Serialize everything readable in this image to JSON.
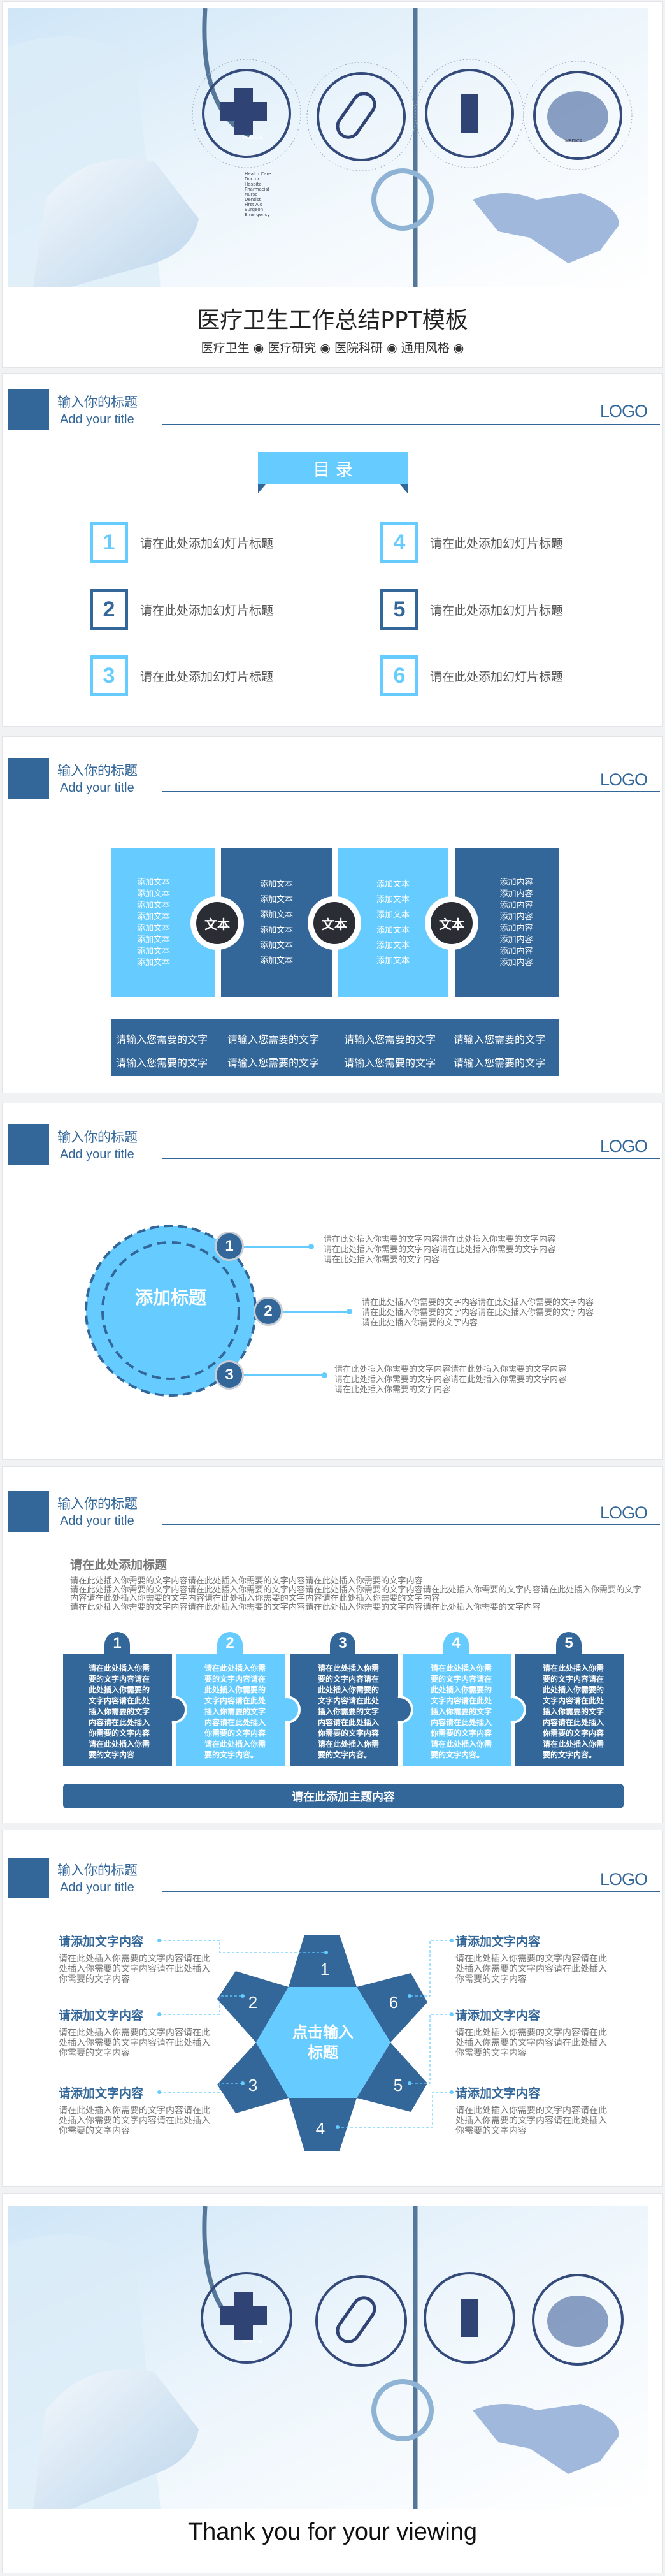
{
  "colors": {
    "dark_blue": "#336699",
    "light_blue": "#66ccff",
    "circle_dark": "#2a2d33",
    "text_gray": "#777777"
  },
  "cover": {
    "title": "医疗卫生工作总结PPT模板",
    "tags": [
      "医疗卫生",
      "医疗研究",
      "医院科研",
      "通用风格"
    ],
    "image_labels": {
      "medical": "MEDICAL",
      "list": [
        "Health Care",
        "Doctor",
        "Hospital",
        "Pharmacist",
        "Nurse",
        "Dentist",
        "First Aid",
        "Surgeon",
        "Emergency"
      ]
    }
  },
  "header": {
    "cn": "输入你的标题",
    "en": "Add your title",
    "logo": "LOGO"
  },
  "toc": {
    "title": "目 录",
    "items": [
      {
        "num": "1",
        "label": "请在此处添加幻灯片标题"
      },
      {
        "num": "2",
        "label": "请在此处添加幻灯片标题"
      },
      {
        "num": "3",
        "label": "请在此处添加幻灯片标题"
      },
      {
        "num": "4",
        "label": "请在此处添加幻灯片标题"
      },
      {
        "num": "5",
        "label": "请在此处添加幻灯片标题"
      },
      {
        "num": "6",
        "label": "请在此处添加幻灯片标题"
      }
    ]
  },
  "columns": {
    "cols": [
      [
        "添加文本",
        "添加文本",
        "添加文本",
        "添加文本",
        "添加文本",
        "添加文本",
        "添加文本",
        "添加文本"
      ],
      [
        "添加文本",
        "添加文本",
        "添加文本",
        "添加文本",
        "添加文本",
        "添加文本"
      ],
      [
        "添加文本",
        "添加文本",
        "添加文本",
        "添加文本",
        "添加文本",
        "添加文本"
      ],
      [
        "添加内容",
        "添加内容",
        "添加内容",
        "添加内容",
        "添加内容",
        "添加内容",
        "添加内容",
        "添加内容"
      ]
    ],
    "circle_label": "文本",
    "band": [
      "请输入您需要的文字",
      "请输入您需要的文字",
      "请输入您需要的文字",
      "请输入您需要的文字",
      "请输入您需要的文字",
      "请输入您需要的文字",
      "请输入您需要的文字",
      "请输入您需要的文字"
    ]
  },
  "circle_slide": {
    "center": "添加标题",
    "items": [
      {
        "num": "1",
        "lines": [
          "请在此处插入你需要的文字内容请在此处插入你需要的文字内容",
          "请在此处插入你需要的文字内容请在此处插入你需要的文字内容",
          "请在此处插入你需要的文字内容"
        ]
      },
      {
        "num": "2",
        "lines": [
          "请在此处插入你需要的文字内容请在此处插入你需要的文字内容",
          "请在此处插入你需要的文字内容请在此处插入你需要的文字内容",
          "请在此处插入你需要的文字内容"
        ]
      },
      {
        "num": "3",
        "lines": [
          "请在此处插入你需要的文字内容请在此处插入你需要的文字内容",
          "请在此处插入你需要的文字内容请在此处插入你需要的文字内容",
          "请在此处插入你需要的文字内容"
        ]
      }
    ]
  },
  "puzzle": {
    "subtitle": "请在此处添加标题",
    "lines": [
      "请在此处插入你需要的文字内容请在此处插入你需要的文字内容请在此处插入你需要的文字内容",
      "请在此处插入你需要的文字内容请在此处插入你需要的文字内容请在此处插入你需要的文字内容请在此处插入你需要的文字内容请在此处插入你需要的文字",
      "内容请在此处插入你需要的文字内容请在此处插入你需要的文字内容请在此处插入你需要的文字内容",
      "请在此处插入你需要的文字内容请在此处插入你需要的文字内容请在此处插入你需要的文字内容请在此处插入你需要的文字内容"
    ],
    "boxes": [
      {
        "num": "1",
        "text": "请在此处插入你需要的文字内容请在此处插入你需要的文字内容请在此处插入你需要的文字内容请在此处插入你需要的文字内容请在此处插入你需要的文字内容"
      },
      {
        "num": "2",
        "text": "请在此处插入你需要的文字内容请在此处插入你需要的文字内容请在此处插入你需要的文字内容请在此处插入你需要的文字内容请在此处插入你需要的文字内容。"
      },
      {
        "num": "3",
        "text": "请在此处插入你需要的文字内容请在此处插入你需要的文字内容请在此处插入你需要的文字内容请在此处插入你需要的文字内容请在此处插入你需要的文字内容。"
      },
      {
        "num": "4",
        "text": "请在此处插入你需要的文字内容请在此处插入你需要的文字内容请在此处插入你需要的文字内容请在此处插入你需要的文字内容请在此处插入你需要的文字内容。"
      },
      {
        "num": "5",
        "text": "请在此处插入你需要的文字内容请在此处插入你需要的文字内容请在此处插入你需要的文字内容请在此处插入你需要的文字内容请在此处插入你需要的文字内容。"
      }
    ],
    "bar": "请在此添加主题内容"
  },
  "star": {
    "center": "点击输入标题",
    "nums": [
      "1",
      "2",
      "3",
      "4",
      "5",
      "6"
    ],
    "blocks": [
      {
        "heading": "请添加文字内容",
        "text": "请在此处插入你需要的文字内容请在此处插入你需要的文字内容请在此处插入你需要的文字内容"
      },
      {
        "heading": "请添加文字内容",
        "text": "请在此处插入你需要的文字内容请在此处插入你需要的文字内容请在此处插入你需要的文字内容"
      },
      {
        "heading": "请添加文字内容",
        "text": "请在此处插入你需要的文字内容请在此处插入你需要的文字内容请在此处插入你需要的文字内容"
      },
      {
        "heading": "请添加文字内容",
        "text": "请在此处插入你需要的文字内容请在此处插入你需要的文字内容请在此处插入你需要的文字内容"
      },
      {
        "heading": "请添加文字内容",
        "text": "请在此处插入你需要的文字内容请在此处插入你需要的文字内容请在此处插入你需要的文字内容"
      },
      {
        "heading": "请添加文字内容",
        "text": "请在此处插入你需要的文字内容请在此处插入你需要的文字内容请在此处插入你需要的文字内容"
      }
    ]
  },
  "ending": {
    "text": "Thank you for your viewing"
  }
}
